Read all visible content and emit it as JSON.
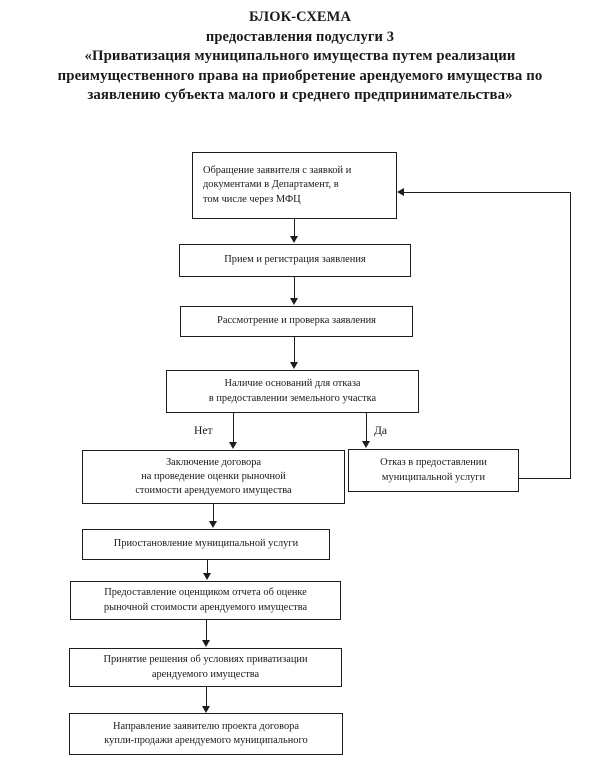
{
  "document": {
    "title_lines": [
      "БЛОК-СХЕМА",
      "предоставления подуслуги 3",
      "«Приватизация муниципального имущества путем реализации",
      "преимущественного права на приобретение арендуемого имущества по",
      "заявлению субъекта малого и среднего предпринимательства»"
    ]
  },
  "flowchart": {
    "type": "flowchart",
    "nodes": [
      {
        "id": "n1",
        "label": "Обращение заявителя с заявкой и документами в Департамент, в том числе через МФЦ",
        "lines": [
          "Обращение заявителя с заявкой и",
          "документами в Департамент, в",
          "том числе через МФЦ"
        ]
      },
      {
        "id": "n2",
        "label": "Прием и регистрация заявления",
        "lines": [
          "Прием и регистрация заявления"
        ]
      },
      {
        "id": "n3",
        "label": "Рассмотрение и проверка заявления",
        "lines": [
          "Рассмотрение и проверка заявления"
        ]
      },
      {
        "id": "n4",
        "label": "Наличие оснований для отказа в предоставлении земельного участка",
        "lines": [
          "Наличие оснований для отказа",
          "в предоставлении земельного участка"
        ]
      },
      {
        "id": "n5",
        "label": "Заключение договора на проведение оценки рыночной стоимости арендуемого имущества",
        "lines": [
          "Заключение договора",
          "на проведение оценки рыночной",
          "стоимости арендуемого имущества"
        ]
      },
      {
        "id": "n6",
        "label": "Отказ в предоставлении муниципальной услуги",
        "lines": [
          "Отказ в предоставлении",
          "муниципальной услуги"
        ]
      },
      {
        "id": "n7",
        "label": "Приостановление муниципальной услуги",
        "lines": [
          "Приостановление муниципальной услуги"
        ]
      },
      {
        "id": "n8",
        "label": "Предоставление оценщиком отчета об оценке рыночной стоимости арендуемого имущества",
        "lines": [
          "Предоставление оценщиком отчета об оценке",
          "рыночной стоимости арендуемого имущества"
        ]
      },
      {
        "id": "n9",
        "label": "Принятие решения об условиях приватизации арендуемого имущества",
        "lines": [
          "Принятие решения об условиях приватизации",
          "арендуемого имущества"
        ]
      },
      {
        "id": "n10",
        "label": "Направление заявителю проекта договора купли-продажи арендуемого муниципального",
        "lines": [
          "Направление заявителю проекта договора",
          "купли-продажи арендуемого муниципального"
        ]
      }
    ],
    "branch_labels": {
      "no": "Нет",
      "yes": "Да"
    },
    "edges": [
      {
        "from": "n1",
        "to": "n2"
      },
      {
        "from": "n2",
        "to": "n3"
      },
      {
        "from": "n3",
        "to": "n4"
      },
      {
        "from": "n4",
        "to": "n5",
        "label": "Нет"
      },
      {
        "from": "n4",
        "to": "n6",
        "label": "Да"
      },
      {
        "from": "n5",
        "to": "n7"
      },
      {
        "from": "n7",
        "to": "n8"
      },
      {
        "from": "n8",
        "to": "n9"
      },
      {
        "from": "n9",
        "to": "n10"
      },
      {
        "from": "n6",
        "to": "n1",
        "style": "feedback-loop-right"
      }
    ],
    "colors": {
      "border": "#1c1c1c",
      "background": "#ffffff",
      "text": "#1a1a1a"
    }
  }
}
